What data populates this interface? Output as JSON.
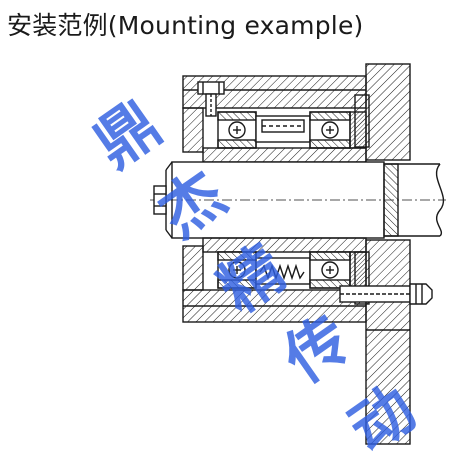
{
  "title": "安装范例(Mounting example)",
  "watermark": {
    "text": [
      "鼎",
      "杰",
      "精",
      "传",
      "动"
    ],
    "color": "#2f5fe0"
  },
  "colors": {
    "line": "#1a1a1a",
    "paper": "#ffffff"
  }
}
